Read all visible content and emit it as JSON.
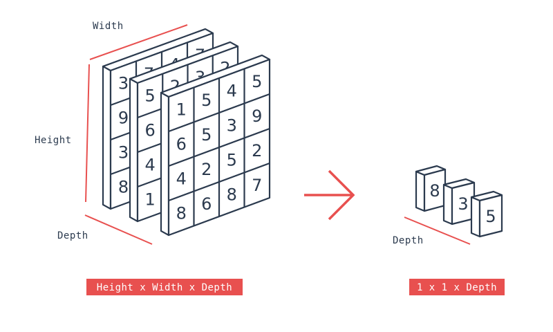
{
  "labels": {
    "width": "Width",
    "height": "Height",
    "depth_left": "Depth",
    "depth_right": "Depth"
  },
  "captions": {
    "input": "Height x Width x Depth",
    "output": "1 x 1 x Depth"
  },
  "input_volume": {
    "layers": [
      {
        "name": "back",
        "rows": [
          [
            "3",
            "7",
            "4",
            "7"
          ],
          [
            "9",
            "",
            "",
            ""
          ],
          [
            "3",
            "",
            "",
            ""
          ],
          [
            "8",
            "",
            "",
            ""
          ]
        ]
      },
      {
        "name": "middle",
        "rows": [
          [
            "5",
            "2",
            "3",
            "2"
          ],
          [
            "6",
            "",
            "",
            ""
          ],
          [
            "4",
            "",
            "",
            ""
          ],
          [
            "1",
            "",
            "",
            ""
          ]
        ]
      },
      {
        "name": "front",
        "rows": [
          [
            "1",
            "5",
            "4",
            "5"
          ],
          [
            "6",
            "5",
            "3",
            "9"
          ],
          [
            "4",
            "2",
            "5",
            "2"
          ],
          [
            "8",
            "6",
            "8",
            "7"
          ]
        ]
      }
    ]
  },
  "output_volume": {
    "values": [
      "8",
      "3",
      "5"
    ]
  },
  "colors": {
    "accent": "#e8504f",
    "ink": "#2b3a4e",
    "background": "#ffffff"
  }
}
